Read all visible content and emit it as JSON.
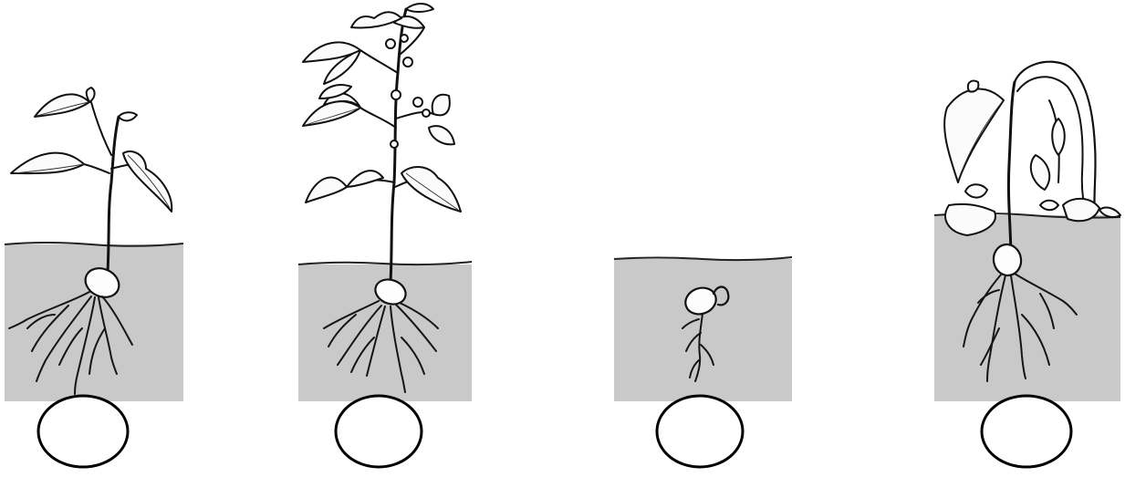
{
  "panels": [
    {
      "id": "young-plant",
      "answer": ""
    },
    {
      "id": "mature-flowering-plant",
      "answer": ""
    },
    {
      "id": "germinating-seed",
      "answer": ""
    },
    {
      "id": "wilting-plant",
      "answer": ""
    }
  ],
  "colors": {
    "soil": "#c9c9c9",
    "ink": "#111111",
    "background": "#ffffff"
  }
}
